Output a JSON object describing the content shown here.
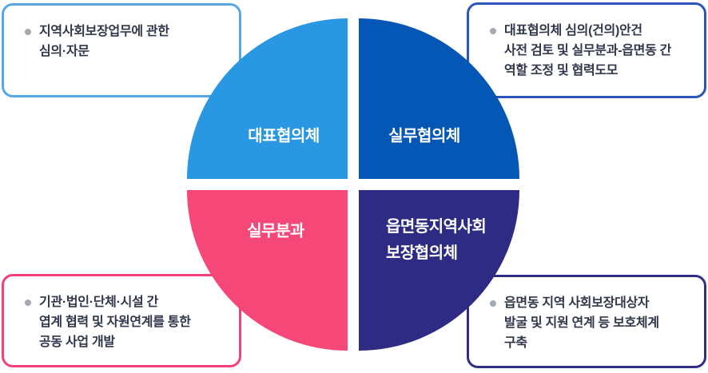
{
  "colors": {
    "quad_tl": "#2997E2",
    "quad_tr": "#0557B6",
    "quad_bl": "#F54878",
    "quad_br": "#2E2B85",
    "box_tl_border": "#57A7E7",
    "box_tr_border": "#2B55B8",
    "box_bl_border": "#F3407B",
    "box_br_border": "#322E88",
    "text": "#30374A",
    "bullet": "#A5A9B0",
    "label_text": "#FFFFFF"
  },
  "wheel": {
    "quadrants": [
      {
        "id": "daepyo",
        "lines": [
          "대표협의체"
        ]
      },
      {
        "id": "silmu",
        "lines": [
          "실무협의체"
        ]
      },
      {
        "id": "bungwa",
        "lines": [
          "실무분과"
        ]
      },
      {
        "id": "eupmyeondong",
        "lines": [
          "읍면동지역사회",
          "보장협의체"
        ]
      }
    ]
  },
  "callouts": [
    {
      "position": "top-left",
      "lines": [
        "지역사회보장업무에 관한",
        "심의·자문"
      ]
    },
    {
      "position": "top-right",
      "lines": [
        "대표협의체 심의(건의)안건",
        "사전 검토 및 실무분과-읍면동 간",
        "역할 조정 및 협력도모"
      ]
    },
    {
      "position": "bottom-left",
      "lines": [
        "기관·법인·단체·시설 간",
        "엽계 협력 및 자원연계를 통한",
        "공동 사업 개발"
      ]
    },
    {
      "position": "bottom-right",
      "lines": [
        "읍면동 지역 사회보장대상자",
        "발굴 및 지원 연계 등 보호체계",
        "구축"
      ]
    }
  ]
}
